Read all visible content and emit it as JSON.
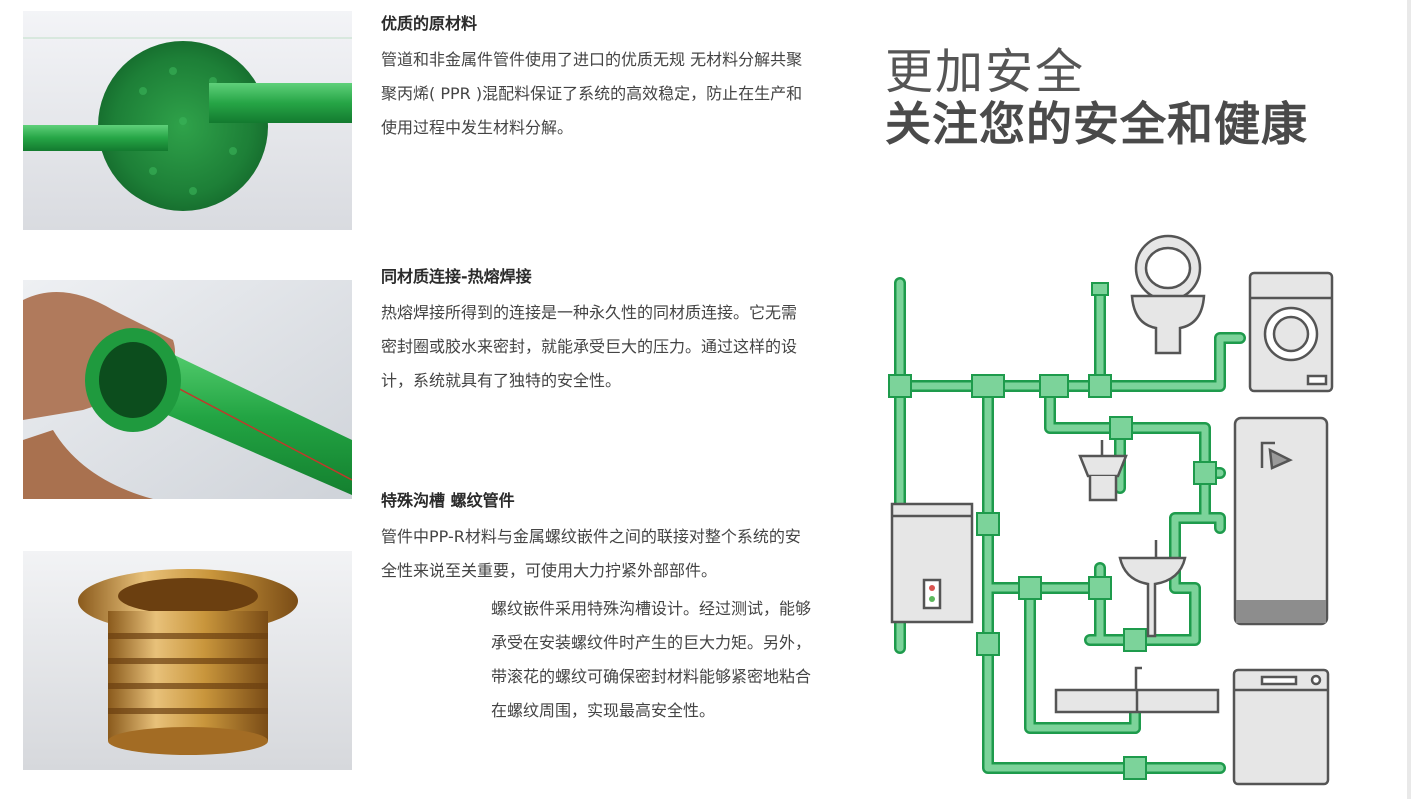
{
  "sections": [
    {
      "title": "优质的原材料",
      "paragraphs": [
        "管道和非金属件管件使用了进口的优质无规  无材料分解共聚聚丙烯( PPR )混配料保证了系统的高效稳定，防止在生产和使用过程中发生材料分解。"
      ]
    },
    {
      "title": "同材质连接-热熔焊接",
      "paragraphs": [
        "热熔焊接所得到的连接是一种永久性的同材质连接。它无需密封圈或胶水来密封，就能承受巨大的压力。通过这样的设计，系统就具有了独特的安全性。"
      ]
    },
    {
      "title": "特殊沟槽 螺纹管件",
      "paragraphs": [
        "管件中PP-R材料与金属螺纹嵌件之间的联接对整个系统的安全性来说至关重要，可使用大力拧紧外部部件。",
        "螺纹嵌件采用特殊沟槽设计。经过测试，能够承受在安装螺纹件时产生的巨大力矩。另外，带滚花的螺纹可确保密封材料能够紧密地粘合在螺纹周围，实现最高安全性。"
      ]
    }
  ],
  "hero": {
    "subtitle": "更加安全",
    "title": "关注您的安全和健康"
  },
  "colors": {
    "pipe_green": "#7cd39a",
    "pipe_outline": "#1e9b4c",
    "pipe_photo_green": "#28a745",
    "brass": "#c9963c"
  },
  "icons": [
    "toilet-icon",
    "washing-machine-icon",
    "shower-cabinet-icon",
    "water-heater-icon",
    "wash-basin-icon",
    "kitchen-sink-icon",
    "dishwasher-icon"
  ]
}
